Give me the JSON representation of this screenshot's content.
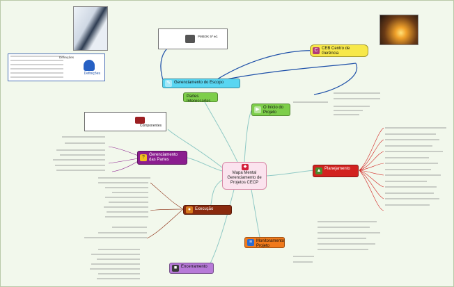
{
  "center": {
    "label": "Mapa Mental Gerenciamento de Projetos CECP"
  },
  "branches": {
    "top_right": {
      "label": "O Início do Projeto",
      "color": "#7dce4a"
    },
    "right": {
      "label": "Planejamento",
      "color": "#d2221f"
    },
    "bottom_right": {
      "label": "Monitoramento Projeto",
      "color": "#f07a1c"
    },
    "bottom_left": {
      "label": "Encerramento",
      "color": "#a24fc9"
    },
    "left_dark": {
      "label": "Execução",
      "color": "#8a2a0e"
    },
    "left_purple": {
      "label": "Gerenciamento das Partes",
      "color": "#8b1d8f"
    },
    "top_cyan": {
      "label": "Gerenciamento do Escopo",
      "color": "#59d6f2"
    },
    "top_green": {
      "label": "Partes Interessadas",
      "color": "#7dce4a"
    },
    "top_yellow": {
      "label": "CEB Centro de Gerência",
      "color": "#f7e84a"
    }
  },
  "callouts": {
    "definicoes": {
      "label": "Definições"
    },
    "componentes": {
      "label": "Componentes"
    },
    "top_note": {
      "label": "PMBOK 5ª ed."
    }
  },
  "colors": {
    "background": "#f2f8ec",
    "link": "#8fc9c5",
    "loop": "#1d4fa8"
  }
}
